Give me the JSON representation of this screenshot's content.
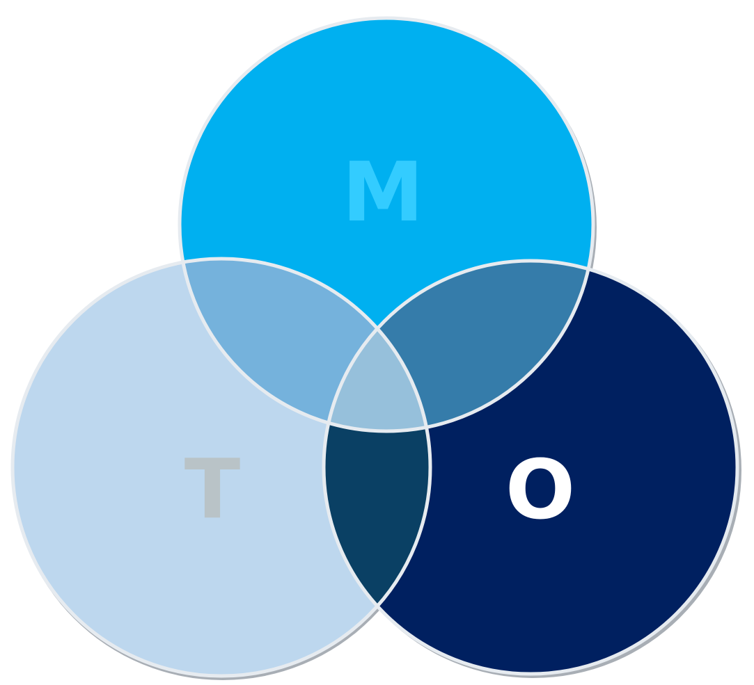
{
  "diagram": {
    "type": "venn-3",
    "circles": [
      {
        "id": "m",
        "label": "M",
        "fill": "#00b0f0",
        "label_color": "#33ccff"
      },
      {
        "id": "t",
        "label": "T",
        "fill": "#bdd7ee",
        "label_color": "#b9c3c7"
      },
      {
        "id": "o",
        "label": "O",
        "fill": "#002060",
        "label_color": "#ffffff"
      }
    ],
    "overlaps": {
      "m_t": "#75b2dc",
      "m_o": "#357caa",
      "t_o": "#0a4064",
      "m_t_o": "#96c0db"
    },
    "outline_color": "#e6ebf0",
    "shadow_color": "#a8aeb5"
  }
}
